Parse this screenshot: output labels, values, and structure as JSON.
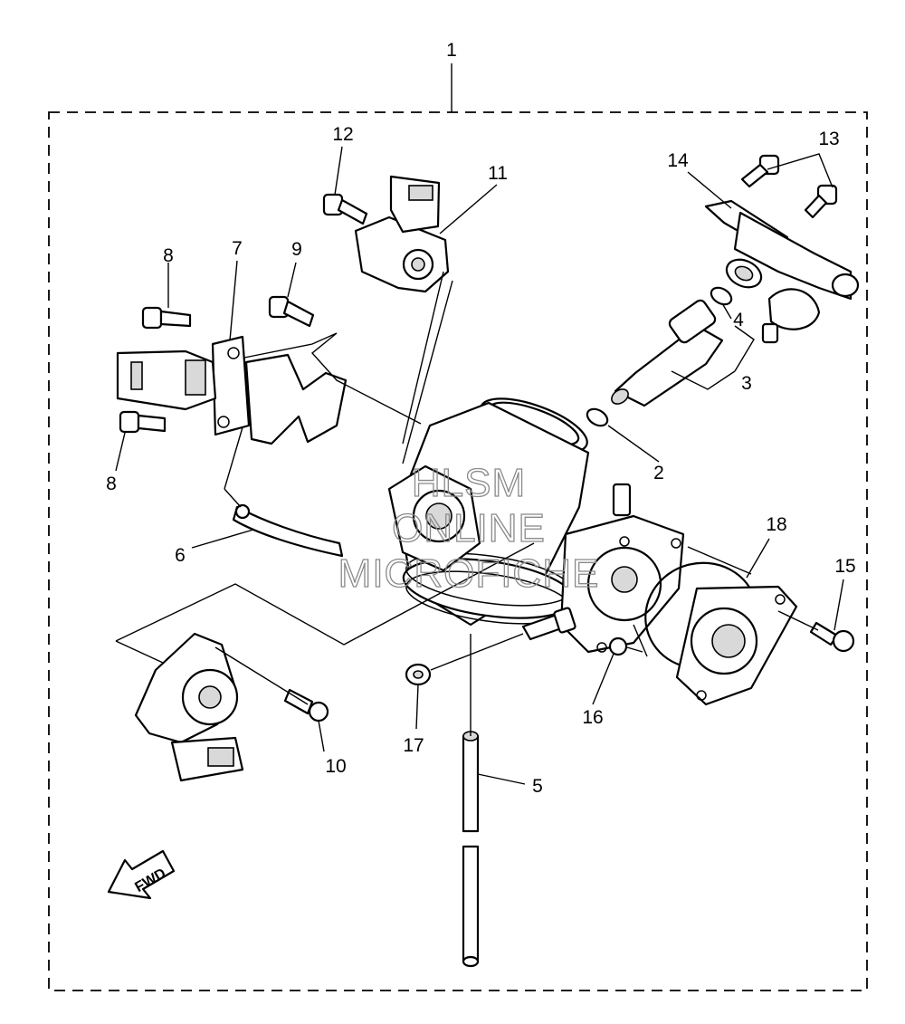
{
  "diagram": {
    "callouts": [
      {
        "id": "1",
        "text": "1"
      },
      {
        "id": "2",
        "text": "2"
      },
      {
        "id": "3",
        "text": "3"
      },
      {
        "id": "4",
        "text": "4"
      },
      {
        "id": "5",
        "text": "5"
      },
      {
        "id": "6",
        "text": "6"
      },
      {
        "id": "7",
        "text": "7"
      },
      {
        "id": "8a",
        "text": "8"
      },
      {
        "id": "8b",
        "text": "8"
      },
      {
        "id": "9",
        "text": "9"
      },
      {
        "id": "10",
        "text": "10"
      },
      {
        "id": "11",
        "text": "11"
      },
      {
        "id": "12",
        "text": "12"
      },
      {
        "id": "13",
        "text": "13"
      },
      {
        "id": "14",
        "text": "14"
      },
      {
        "id": "15",
        "text": "15"
      },
      {
        "id": "16",
        "text": "16"
      },
      {
        "id": "17",
        "text": "17"
      },
      {
        "id": "18",
        "text": "18"
      }
    ],
    "watermark": [
      "HLSM",
      "ONLINE",
      "MICROFICHE"
    ],
    "fwd_label": "FWD"
  }
}
